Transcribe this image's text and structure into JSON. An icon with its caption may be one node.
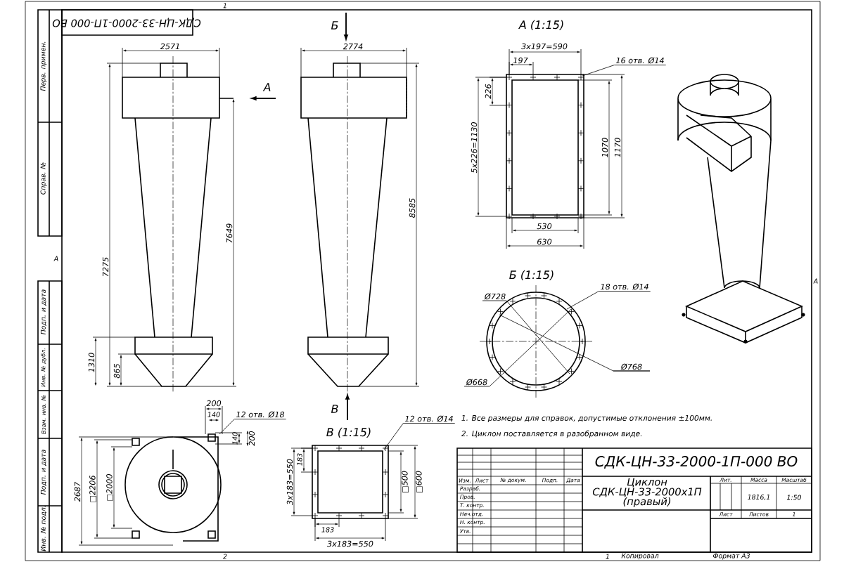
{
  "diagram": {
    "nodes": [
      {
        "text": [
          "16 отв. Ø14"
        ]
      },
      {
        "text": [
          "18 отв. Ø14"
        ]
      },
      {
        "text": [
          "12 отв. Ø18"
        ]
      },
      {
        "text": [
          "12 отв. Ø14"
        ]
      }
    ],
    "edges": [
      {
        "from": 0,
        "to": null,
        "arrow": "none"
      },
      {
        "from": 1,
        "to": null,
        "arrow": "none"
      },
      {
        "from": 2,
        "to": null,
        "arrow": "none"
      },
      {
        "from": 3,
        "to": null,
        "arrow": "none"
      }
    ],
    "labels": [
      "СДК-ЦН-33-2000-1П-000 ВО",
      "1",
      "Б",
      "2571",
      "2774",
      "А (1:15)",
      "3x197=590",
      "197",
      "А",
      "226",
      "5x226=1130",
      "1070",
      "1170",
      "Перв. примен.",
      "Справ. №",
      "7649",
      "8585",
      "530",
      "630",
      "Б (1:15)",
      "Ø728",
      "Ø768",
      "Ø668",
      "7275",
      "А",
      "А",
      "Подп. и дата",
      "1310",
      "865",
      "Инв. № дубл.",
      "Взам. инв. №",
      "200",
      "140",
      "В",
      "В (1:15)",
      "140",
      "200",
      "1. Все размеры для справок, допустимые отклонения ±100мм.",
      "2. Циклон поставляется в разобранном виде.",
      "Подп. и дата",
      "2687",
      "□2206",
      "□2000",
      "183",
      "3x183=550",
      "□500",
      "□600",
      "183",
      "3x183=550",
      "Инв. № подл.",
      "СДК-ЦН-33-2000-1П-000 ВО",
      "Циклон",
      "СДК-ЦН-33-2000х1П",
      "(правый)",
      "Изм.",
      "Лист",
      "№ докум.",
      "Подп.",
      "Дата",
      "Разраб.",
      "Пров.",
      "Т. контр.",
      "Нач.отд.",
      "Н. контр.",
      "Утв.",
      "Лит.",
      "Масса",
      "Масштаб",
      "1816,1",
      "1:50",
      "Лист",
      "Листов",
      "1",
      "2",
      "1",
      "Копировал",
      "Формат А3"
    ]
  }
}
